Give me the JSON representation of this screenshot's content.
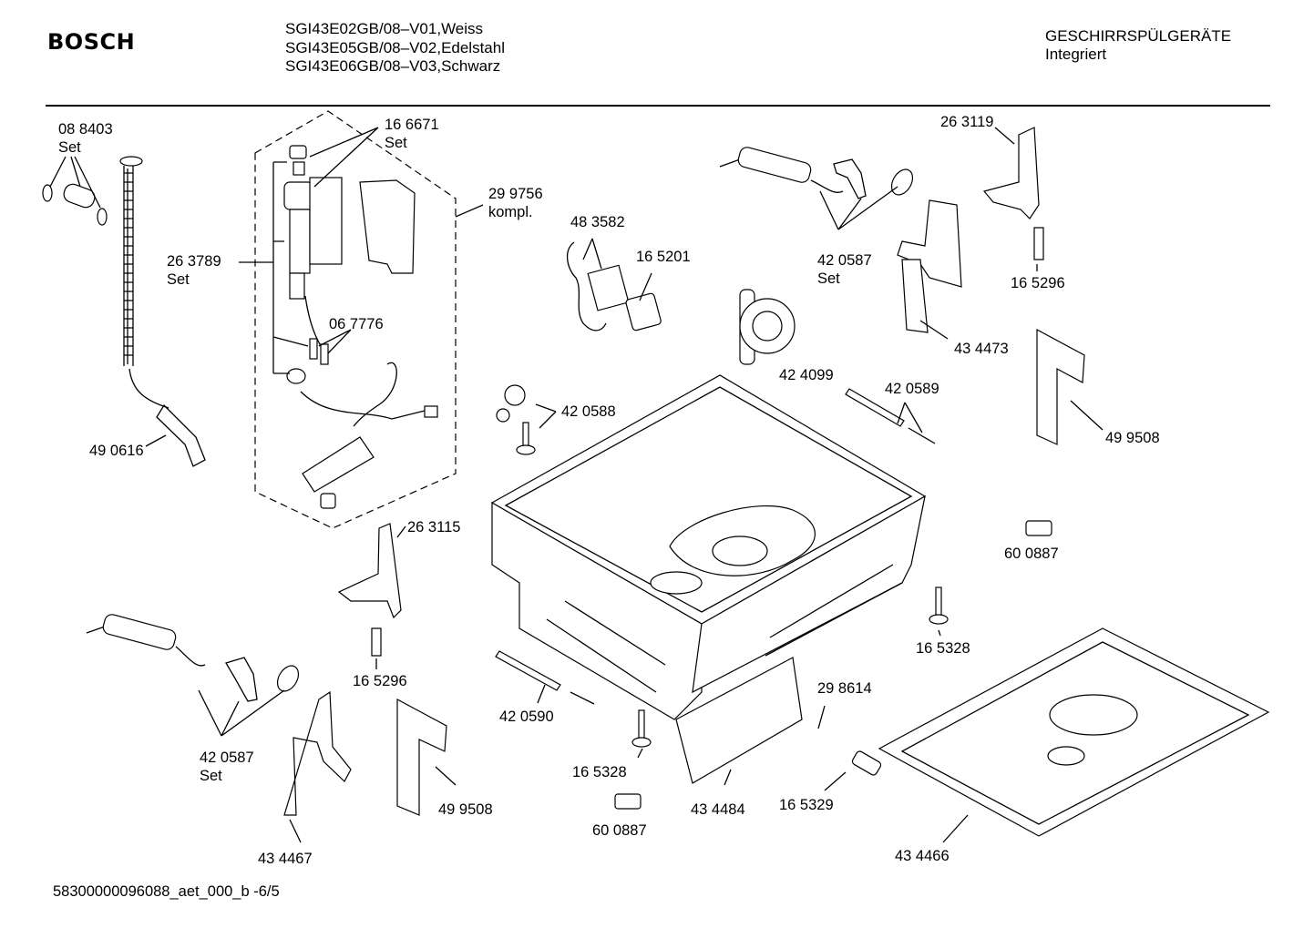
{
  "header": {
    "brand": "BOSCH",
    "models": [
      "SGI43E02GB/08–V01,Weiss",
      "SGI43E05GB/08–V02,Edelstahl",
      "SGI43E06GB/08–V03,Schwarz"
    ],
    "category": "GESCHIRRSPÜLGERÄTE",
    "subcategory": "Integriert"
  },
  "parts": {
    "p088403": {
      "number": "08 8403",
      "note": "Set"
    },
    "p166671": {
      "number": "16 6671",
      "note": "Set"
    },
    "p299756": {
      "number": "29 9756",
      "note": "kompl."
    },
    "p263789": {
      "number": "26 3789",
      "note": "Set"
    },
    "p067776": {
      "number": "06 7776"
    },
    "p490616": {
      "number": "49 0616"
    },
    "p483582": {
      "number": "48 3582"
    },
    "p165201": {
      "number": "16 5201"
    },
    "p420587_top": {
      "number": "42 0587",
      "note": "Set"
    },
    "p263119": {
      "number": "26 3119"
    },
    "p165296_top": {
      "number": "16 5296"
    },
    "p434473": {
      "number": "43 4473"
    },
    "p424099": {
      "number": "42 4099"
    },
    "p420589": {
      "number": "42 0589"
    },
    "p420588": {
      "number": "42 0588"
    },
    "p499508_right": {
      "number": "49 9508"
    },
    "p600887_right": {
      "number": "60 0887"
    },
    "p263115": {
      "number": "26 3115"
    },
    "p165328_right": {
      "number": "16 5328"
    },
    "p165296_bottom": {
      "number": "16 5296"
    },
    "p420587_bottom": {
      "number": "42 0587",
      "note": "Set"
    },
    "p420590": {
      "number": "42 0590"
    },
    "p298614": {
      "number": "29 8614"
    },
    "p499508_bottom": {
      "number": "49 9508"
    },
    "p165328_bottom": {
      "number": "16 5328"
    },
    "p434484": {
      "number": "43 4484"
    },
    "p165329": {
      "number": "16 5329"
    },
    "p434467": {
      "number": "43 4467"
    },
    "p600887_bottom": {
      "number": "60 0887"
    },
    "p434466": {
      "number": "43 4466"
    }
  },
  "footer": {
    "doc_id": "58300000096088_aet_000_b  -6/5"
  }
}
